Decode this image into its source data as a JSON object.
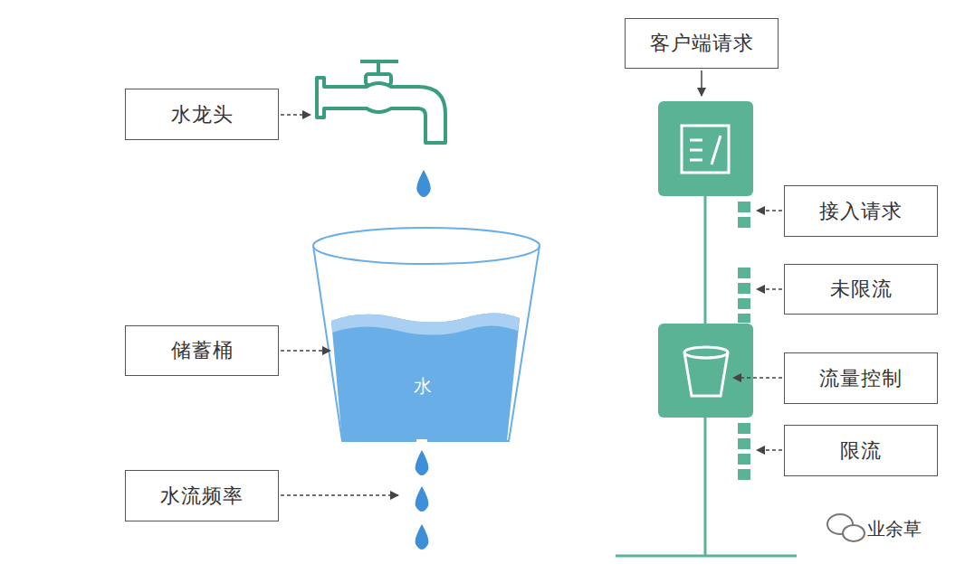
{
  "diagram": {
    "nodes": [
      {
        "text": [
          "水龙头"
        ]
      },
      {
        "text": [
          "储蓄桶"
        ]
      },
      {
        "text": [
          "水"
        ]
      },
      {
        "text": [
          "水流频率"
        ]
      },
      {
        "text": [
          "客户端请求"
        ]
      },
      {
        "text": [
          "接入请求"
        ]
      },
      {
        "text": [
          "未限流"
        ]
      },
      {
        "text": [
          "流量控制"
        ]
      },
      {
        "text": [
          "限流"
        ]
      }
    ],
    "edges": [
      {
        "from": 1,
        "to": 2,
        "arrow": "to"
      }
    ],
    "labels": [
      "业余草"
    ]
  }
}
